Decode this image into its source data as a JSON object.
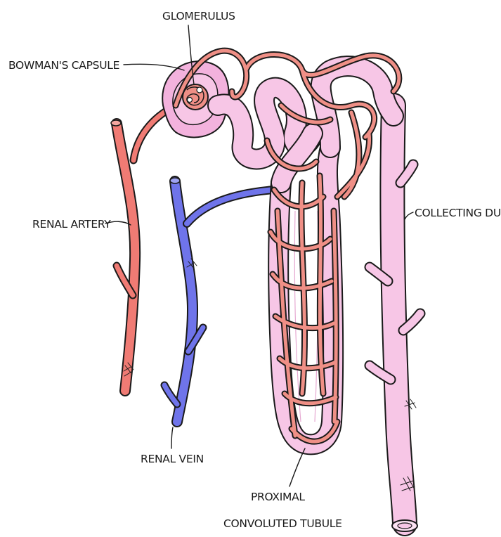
{
  "labels": {
    "glomerulus": "GLOMERULUS",
    "bowmans_capsule": "BOWMAN'S CAPSULE",
    "renal_artery": "RENAL ARTERY",
    "collecting_duct": "COLLECTING DUCT",
    "renal_vein": "RENAL VEIN",
    "proximal_line1": "PROXIMAL",
    "proximal_line2": "CONVOLUTED TUBULE"
  },
  "colors": {
    "artery": "#f07b74",
    "vein": "#6f74ea",
    "tubule": "#f7c6e6",
    "capsule": "#ee9fd2",
    "capillary": "#ef8f86",
    "outline": "#1a1a1a"
  }
}
